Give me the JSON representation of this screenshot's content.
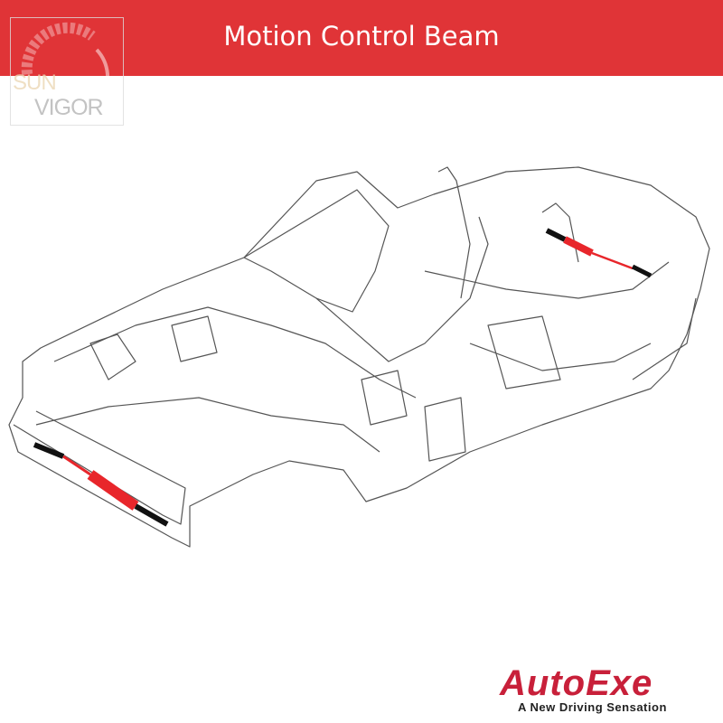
{
  "header": {
    "title": "Motion Control Beam"
  },
  "watermark": {
    "line1": "SUN",
    "line2": "VIGOR"
  },
  "brand": {
    "name": "AutoExe",
    "tagline": "A New Driving Sensation"
  },
  "colors": {
    "banner": "#e03437",
    "beam": "#e8262b",
    "brand": "#c8203a"
  }
}
